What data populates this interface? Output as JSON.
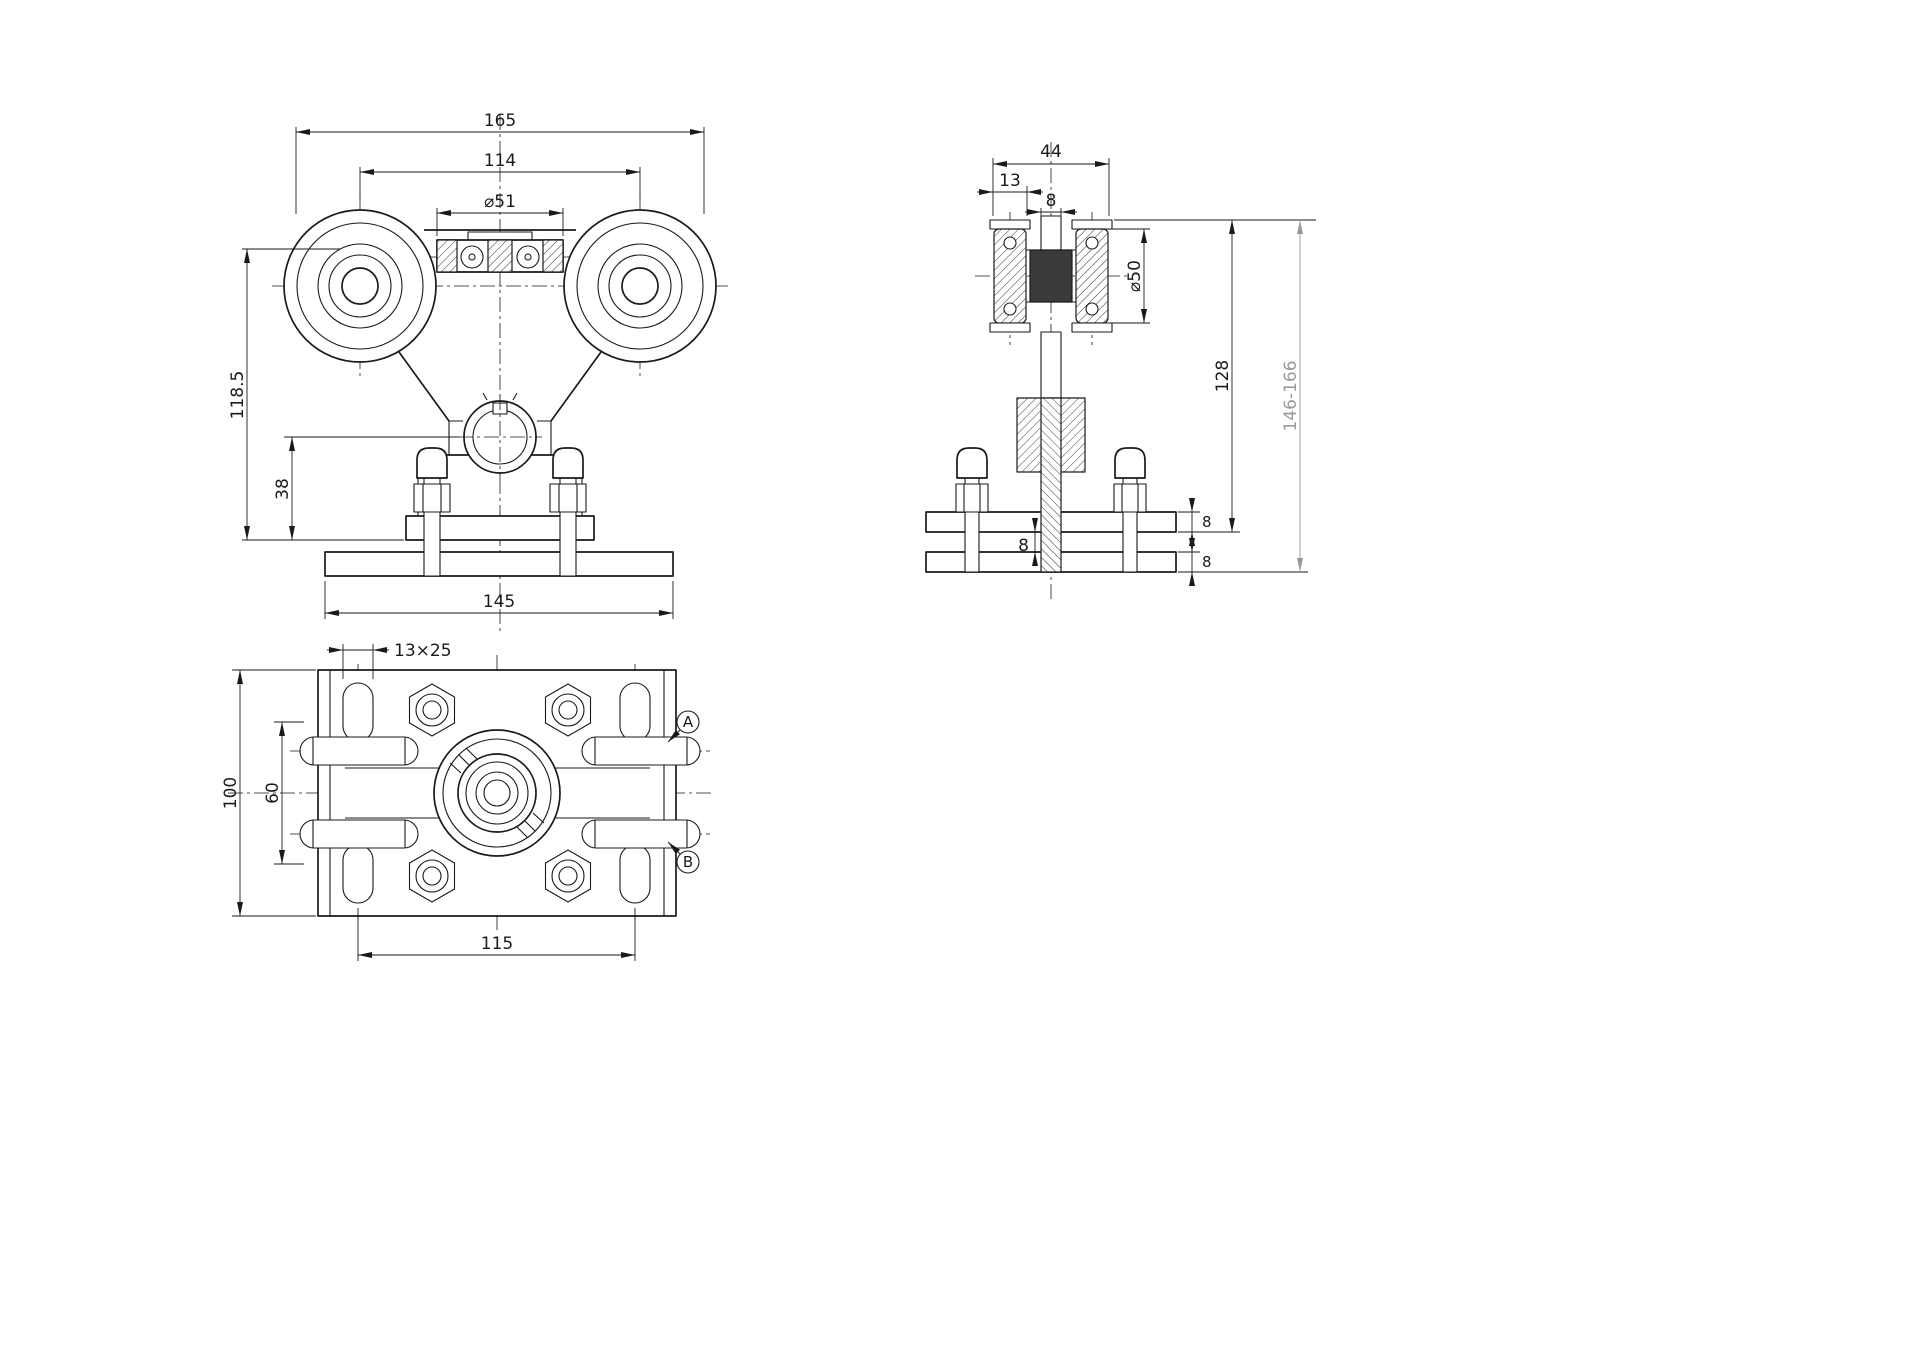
{
  "drawing_type": "technical-drawing-trolley-roller-assembly",
  "colors": {
    "line": "#1a1a1a",
    "secondary_dim": "#9a9a9a",
    "background": "#ffffff"
  },
  "front_view": {
    "dim_overall_width": "165",
    "dim_wheel_spacing": "114",
    "dim_bearing_dia": "⌀51",
    "dim_height": "118.5",
    "dim_hub_offset": "38",
    "dim_base_width": "145"
  },
  "side_view": {
    "dim_roller_span": "44",
    "dim_roller_width": "13",
    "dim_pin_width": "8",
    "dim_roller_dia": "⌀50",
    "dim_height": "128",
    "dim_height_range": "146-166",
    "dim_plate_gap": "8",
    "dim_plate1_thk": "8",
    "dim_plate2_thk": "8"
  },
  "top_view": {
    "dim_slot": "13×25",
    "dim_depth": "100",
    "dim_roller_cc": "60",
    "dim_slot_cc": "115",
    "label_a": "A",
    "label_b": "B"
  }
}
